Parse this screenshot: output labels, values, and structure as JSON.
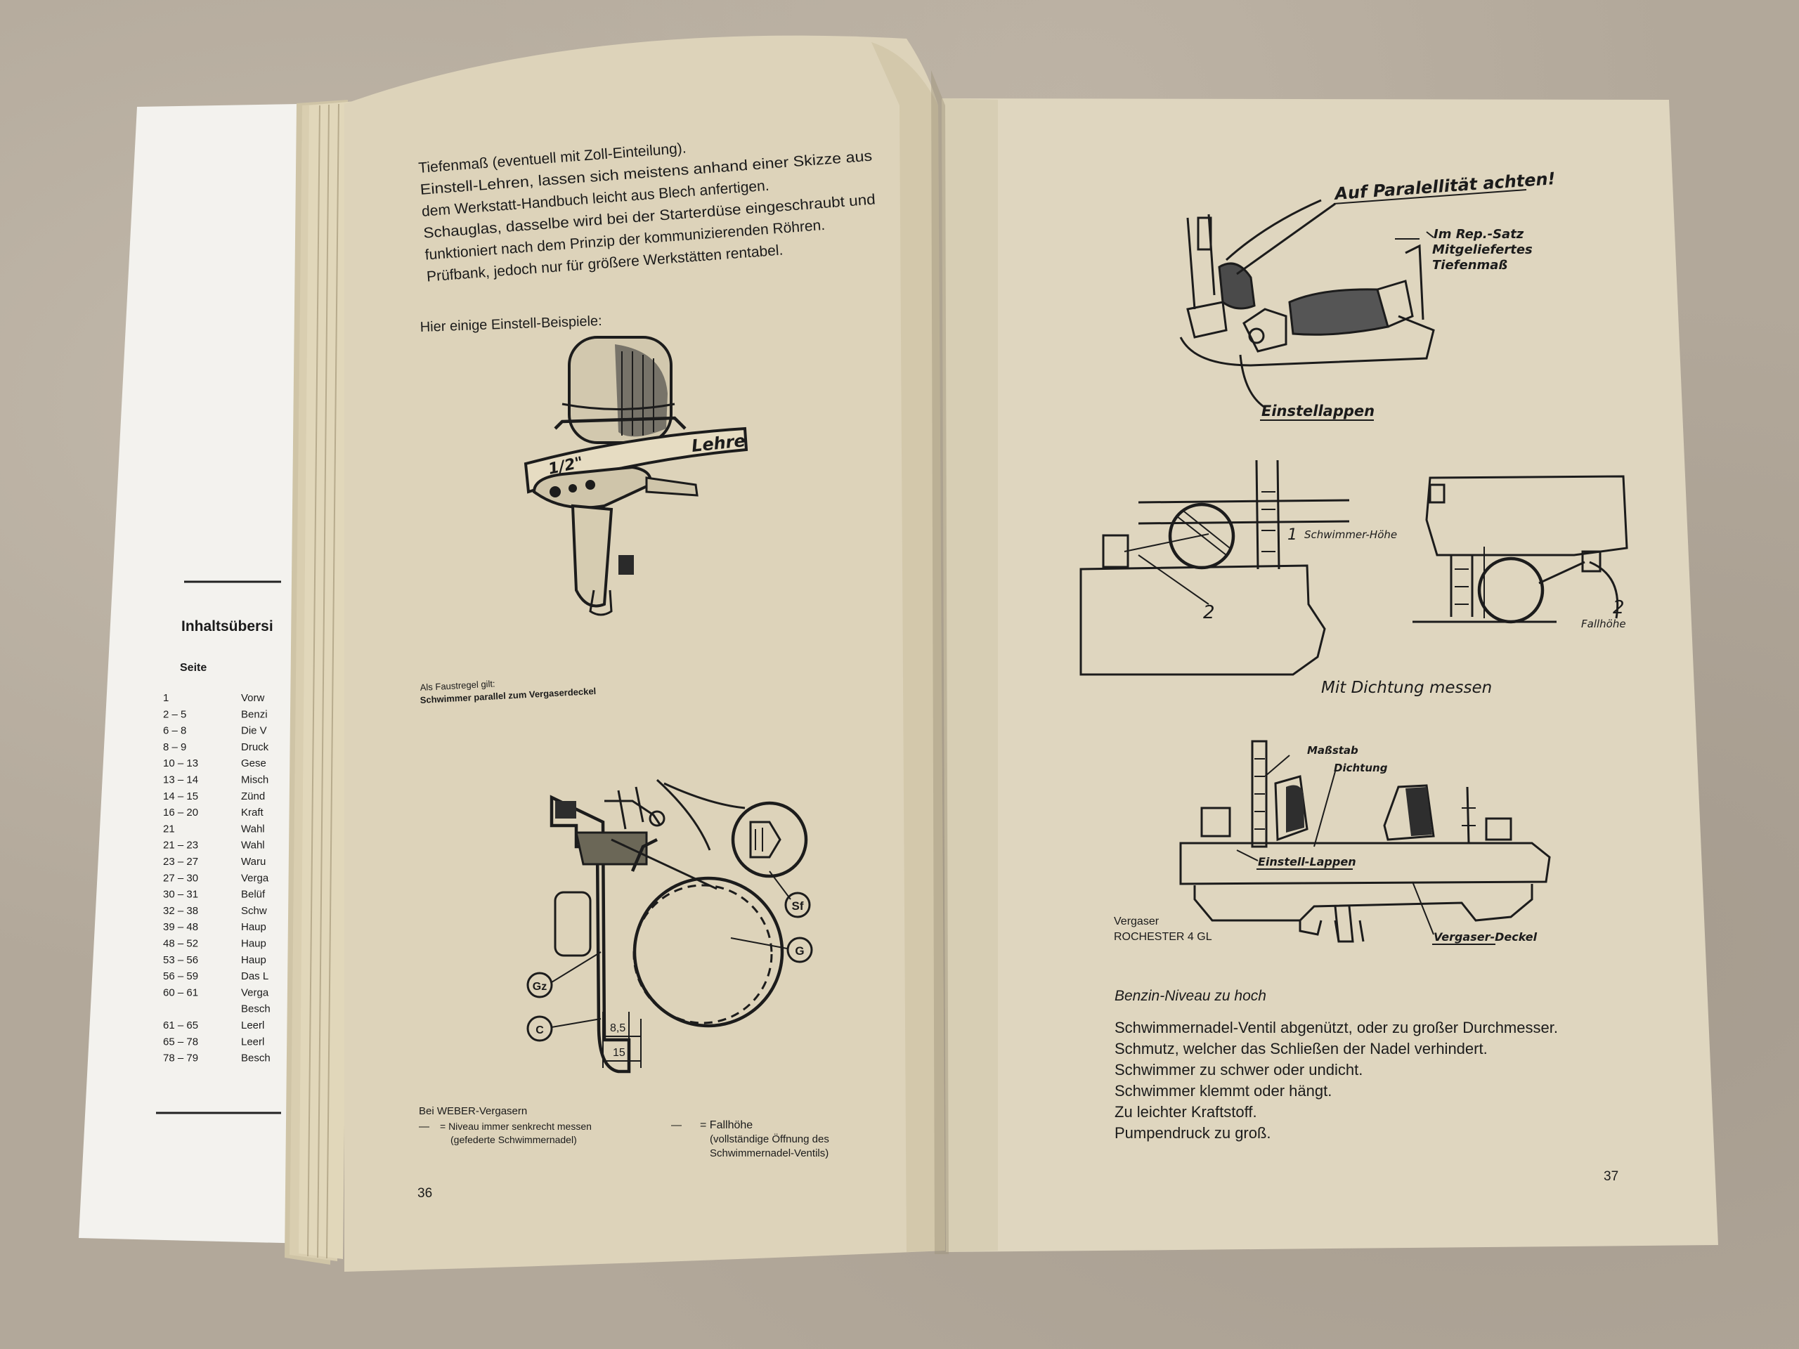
{
  "back_sheet": {
    "toc_title": "Inhaltsübersi",
    "seite_label": "Seite",
    "toc_rows": [
      {
        "pages": "1",
        "title": "Vorw"
      },
      {
        "pages": "2 – 5",
        "title": "Benzi"
      },
      {
        "pages": "6 – 8",
        "title": "Die V"
      },
      {
        "pages": "8 – 9",
        "title": "Druck"
      },
      {
        "pages": "10 – 13",
        "title": "Gese"
      },
      {
        "pages": "13 – 14",
        "title": "Misch"
      },
      {
        "pages": "14 – 15",
        "title": "Zünd"
      },
      {
        "pages": "16 – 20",
        "title": "Kraft"
      },
      {
        "pages": "21",
        "title": "Wahl"
      },
      {
        "pages": "21 – 23",
        "title": "Wahl"
      },
      {
        "pages": "23 – 27",
        "title": "Waru"
      },
      {
        "pages": "27 – 30",
        "title": "Verga"
      },
      {
        "pages": "30 – 31",
        "title": "Belüf"
      },
      {
        "pages": "32 – 38",
        "title": "Schw"
      },
      {
        "pages": "39 – 48",
        "title": "Haup"
      },
      {
        "pages": "48 – 52",
        "title": "Haup"
      },
      {
        "pages": "53 – 56",
        "title": "Haup"
      },
      {
        "pages": "56 – 59",
        "title": "Das L"
      },
      {
        "pages": "60 – 61",
        "title": "Verga"
      },
      {
        "pages": "",
        "title": "Besch"
      },
      {
        "pages": "61 – 65",
        "title": "Leerl"
      },
      {
        "pages": "65 – 78",
        "title": "Leerl"
      },
      {
        "pages": "78 – 79",
        "title": "Besch"
      }
    ]
  },
  "left_page": {
    "intro_lines": [
      "Tiefenmaß (eventuell mit Zoll-Einteilung).",
      "Einstell-Lehren, lassen sich meistens anhand einer Skizze aus",
      "dem Werkstatt-Handbuch leicht aus Blech anfertigen.",
      "Schauglas, dasselbe wird bei der Starterdüse eingeschraubt und",
      "funktioniert nach dem Prinzip der kommunizierenden Röhren.",
      "Prüfbank, jedoch nur für größere Werkstätten rentabel."
    ],
    "examples_heading": "Hier einige Einstell-Beispiele:",
    "gauge_label": "Lehre",
    "gauge_size": "1/2\"",
    "rule_of_thumb_1": "Als Faustregel gilt:",
    "rule_of_thumb_2": "Schwimmer parallel zum Vergaserdeckel",
    "weber_labels": {
      "sf": "Sf",
      "g": "G",
      "gz": "Gz",
      "c": "C",
      "d1": "8,5",
      "d2": "15"
    },
    "weber_heading": "Bei WEBER-Vergasern",
    "legend_a_1": "= Niveau immer senkrecht messen",
    "legend_a_2": "(gefederte Schwimmernadel)",
    "legend_b_1": "= Fallhöhe",
    "legend_b_2": "(vollständige Öffnung des",
    "legend_b_3": "Schwimmernadel-Ventils)",
    "page_number": "36"
  },
  "right_page": {
    "note_parallel": "Auf Paralellität achten!",
    "note_rep_1": "Im Rep.-Satz",
    "note_rep_2": "Mitgeliefertes",
    "note_rep_3": "Tiefenmaß",
    "note_einstelllappen": "Einstellappen",
    "float_height": "Schwimmer-Höhe",
    "num_1": "1",
    "num_2a": "2",
    "num_2b": "2",
    "fallhoehe": "Fallhöhe",
    "mit_dichtung": "Mit Dichtung messen",
    "massstab": "Maßstab",
    "dichtung": "Dichtung",
    "einstell_lappen": "Einstell-Lappen",
    "vergaser_deckel": "Vergaser-Deckel",
    "vergaser_1": "Vergaser",
    "vergaser_2": "ROCHESTER 4 GL",
    "benzin_heading": "Benzin-Niveau zu hoch",
    "causes": [
      "Schwimmernadel-Ventil abgenützt, oder zu großer Durchmesser.",
      "Schmutz, welcher das Schließen der Nadel verhindert.",
      "Schwimmer zu schwer oder undicht.",
      "Schwimmer klemmt oder hängt.",
      "Zu leichter Kraftstoff.",
      "Pumpendruck zu groß."
    ],
    "page_number": "37"
  }
}
